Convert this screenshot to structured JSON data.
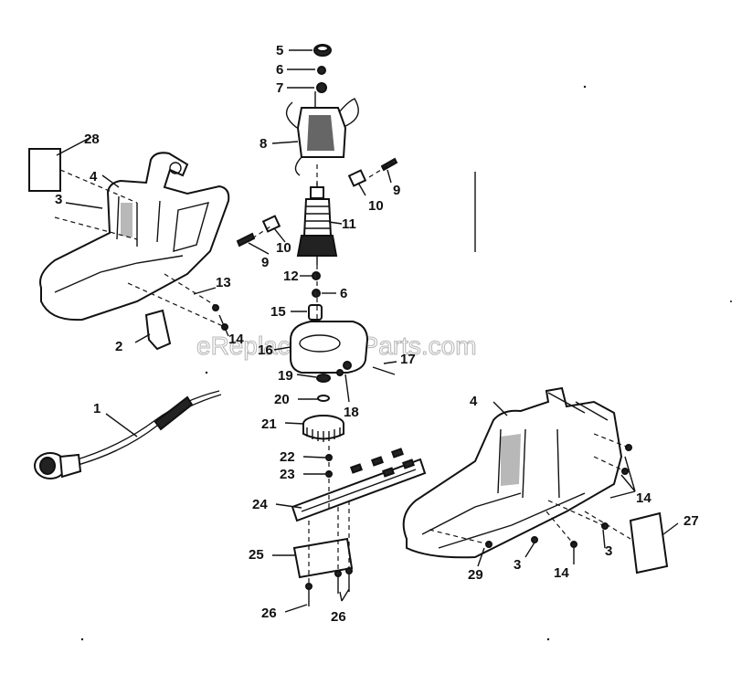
{
  "watermark": "eReplacementParts.com",
  "callouts": {
    "c1": "1",
    "c2": "2",
    "c3a": "3",
    "c3b": "3",
    "c3c": "3",
    "c4a": "4",
    "c4b": "4",
    "c5": "5",
    "c6a": "6",
    "c6b": "6",
    "c7": "7",
    "c8": "8",
    "c9a": "9",
    "c9b": "9",
    "c10a": "10",
    "c10b": "10",
    "c11": "11",
    "c12": "12",
    "c13": "13",
    "c14a": "14",
    "c14b": "14",
    "c14c": "14",
    "c15": "15",
    "c16": "16",
    "c17": "17",
    "c18": "18",
    "c19": "19",
    "c20": "20",
    "c21": "21",
    "c22": "22",
    "c23": "23",
    "c24": "24",
    "c25": "25",
    "c26a": "26",
    "c26b": "26",
    "c27": "27",
    "c28": "28",
    "c29": "29"
  }
}
